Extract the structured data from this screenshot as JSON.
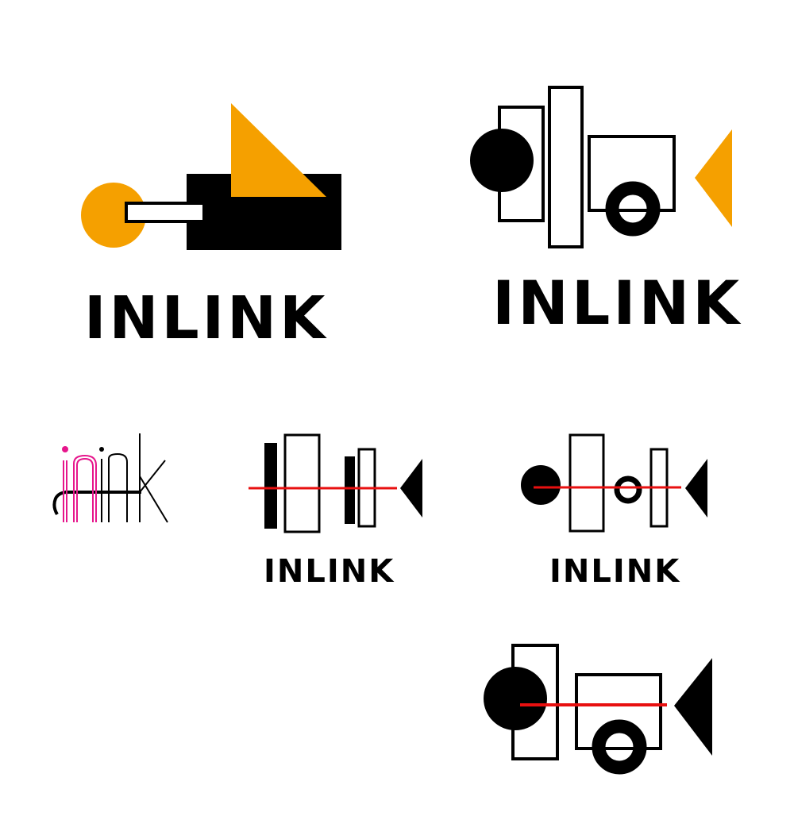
{
  "colors": {
    "orange": "#F5A000",
    "black": "#000000",
    "red": "#E81010",
    "magenta": "#E6168C",
    "background": "#FFFFFF"
  },
  "logos": [
    {
      "id": "logo-1",
      "wordmark": "INLINK",
      "description": "orange circle, white bar, black rectangle, orange triangle"
    },
    {
      "id": "logo-2",
      "wordmark": "INLINK",
      "description": "black circle, outlined rectangles, cart with wheel, orange triangle"
    },
    {
      "id": "logo-3",
      "wordmark": "inink",
      "description": "thin script wordmark with magenta 'in'"
    },
    {
      "id": "logo-4",
      "wordmark": "INLINK",
      "description": "bars with red line and black triangle"
    },
    {
      "id": "logo-5",
      "wordmark": "INLINK",
      "description": "circle, rectangles, ring with red line and black triangle"
    },
    {
      "id": "logo-6",
      "wordmark": "",
      "description": "circle, rectangle, cart with wheel, red line, black triangle"
    }
  ],
  "script_logo": {
    "pink_part": "in",
    "black_part": "ink"
  }
}
